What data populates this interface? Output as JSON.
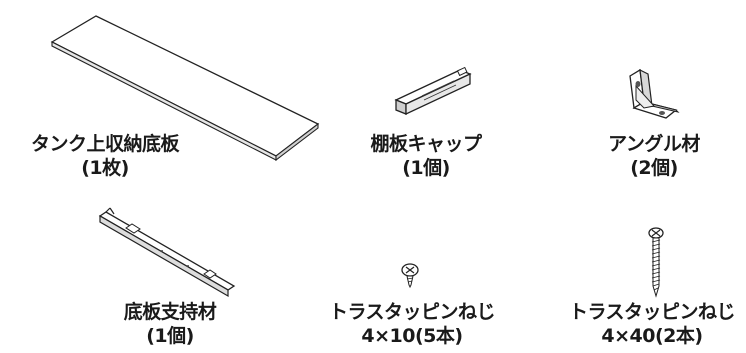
{
  "parts": [
    {
      "id": "tank-upper-shelf-board",
      "name": "タンク上収納底板",
      "qty": "(1枚)",
      "icon": "long-flat-board-icon"
    },
    {
      "id": "shelf-cap",
      "name": "棚板キャップ",
      "qty": "(1個)",
      "icon": "shelf-cap-block-icon"
    },
    {
      "id": "angle-bracket",
      "name": "アングル材",
      "qty": "(2個)",
      "icon": "angle-bracket-icon"
    },
    {
      "id": "bottom-support",
      "name": "底板支持材",
      "qty": "(1個)",
      "icon": "support-rail-icon"
    },
    {
      "id": "truss-screw-short",
      "name": "トラスタッピンねじ",
      "qty": "4×10(5本)",
      "icon": "short-truss-screw-icon"
    },
    {
      "id": "truss-screw-long",
      "name": "トラスタッピンねじ",
      "qty": "4×40(2本)",
      "icon": "long-truss-screw-icon"
    }
  ]
}
